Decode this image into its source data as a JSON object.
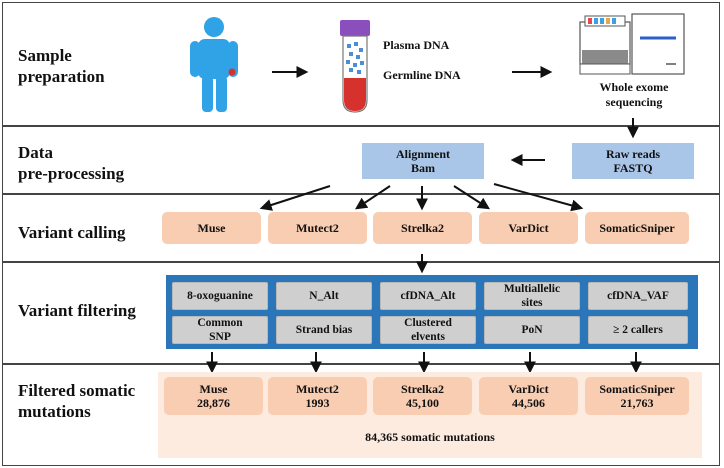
{
  "stages": {
    "sample": "Sample\npreparation",
    "data": "Data\npre-processing",
    "calling": "Variant calling",
    "filtering": "Variant filtering",
    "filtered": "Filtered somatic\nmutations"
  },
  "sample": {
    "plasma": "Plasma DNA",
    "germline": "Germline DNA",
    "wes": "Whole exome\nsequencing"
  },
  "preprocessing": {
    "alignment": "Alignment\nBam",
    "raw": "Raw reads\nFASTQ"
  },
  "callers": [
    "Muse",
    "Mutect2",
    "Strelka2",
    "VarDict",
    "SomaticSniper"
  ],
  "filters": [
    "8-oxoguanine",
    "N_Alt",
    "cfDNA_Alt",
    "Multiallelic\nsites",
    "cfDNA_VAF",
    "Common\nSNP",
    "Strand bias",
    "Clustered\nelvents",
    "PoN",
    "≥ 2 callers"
  ],
  "results": [
    {
      "caller": "Muse",
      "count": "28,876"
    },
    {
      "caller": "Mutect2",
      "count": "1993"
    },
    {
      "caller": "Strelka2",
      "count": "45,100"
    },
    {
      "caller": "VarDict",
      "count": "44,506"
    },
    {
      "caller": "SomaticSniper",
      "count": "21,763"
    }
  ],
  "total": "84,365 somatic mutations",
  "colors": {
    "peach": "#f8cdb2",
    "peach_panel": "#fdebe0",
    "blue_box": "#a9c6e8",
    "filter_panel": "#2b76b9",
    "filter_box": "#cfcfcf",
    "person": "#2fa3e6",
    "blood": "#d7312e",
    "tube_cap": "#8a4fbd"
  }
}
